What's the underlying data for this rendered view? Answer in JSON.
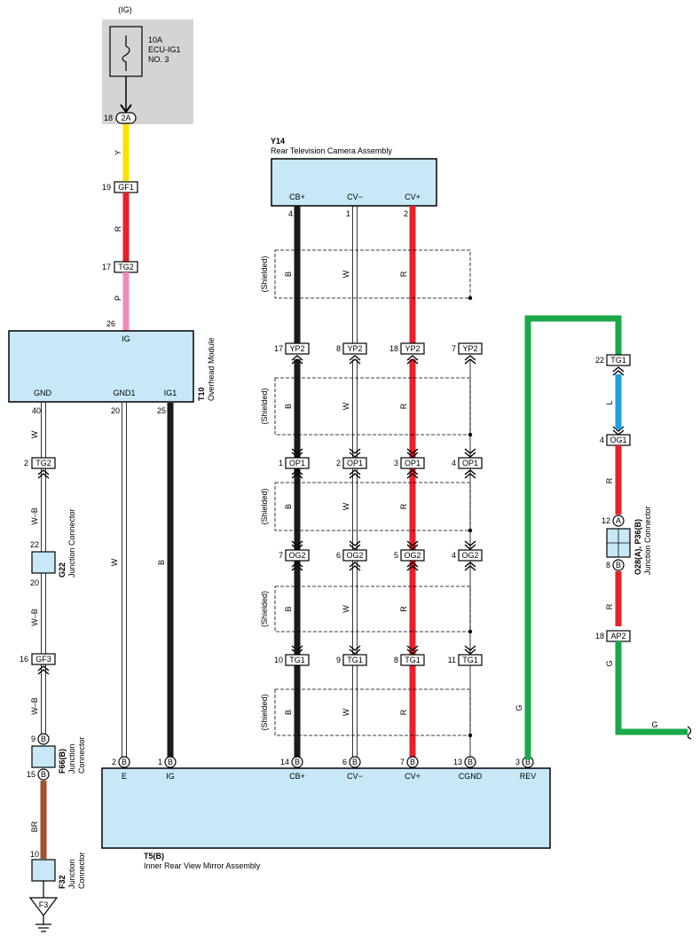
{
  "fuse": {
    "power_label": "(IG)",
    "rating": "10A",
    "name_line1": "ECU-IG1",
    "name_line2": "NO. 3",
    "connector": "2A",
    "pin": "18"
  },
  "camera": {
    "code": "Y14",
    "name": "Rear Television Camera Assembly",
    "pins": [
      {
        "label": "CB+",
        "num": "4"
      },
      {
        "label": "CV−",
        "num": "1"
      },
      {
        "label": "CV+",
        "num": "2"
      }
    ]
  },
  "overhead": {
    "code": "T10",
    "name": "Overhead Module",
    "top_pin": {
      "label": "IG",
      "num": "26"
    },
    "pins": [
      {
        "label": "GND",
        "num": "40"
      },
      {
        "label": "GND1",
        "num": "20"
      },
      {
        "label": "IG1",
        "num": "25"
      }
    ]
  },
  "mirror": {
    "code": "T5(B)",
    "name": "Inner Rear View Mirror Assembly",
    "pins": [
      {
        "label": "E",
        "num": "2",
        "mark": "B"
      },
      {
        "label": "IG",
        "num": "1",
        "mark": "B"
      },
      {
        "label": "CB+",
        "num": "14",
        "mark": "B"
      },
      {
        "label": "CV−",
        "num": "6",
        "mark": "B"
      },
      {
        "label": "CV+",
        "num": "7",
        "mark": "B"
      },
      {
        "label": "CGND",
        "num": "13",
        "mark": "B"
      },
      {
        "label": "REV",
        "num": "3",
        "mark": "B"
      }
    ]
  },
  "left_chain": {
    "wire_y": "Y",
    "conn_gf1": {
      "name": "GF1",
      "pin": "19"
    },
    "wire_r": "R",
    "conn_tg2_top": {
      "name": "TG2",
      "pin": "17"
    },
    "wire_p": "P",
    "gnd_wire1": "W",
    "conn_tg2_low": {
      "name": "TG2",
      "pin": "2"
    },
    "gnd_wire2": "W–B",
    "g22": {
      "code": "G22",
      "name": "Junction Connector",
      "pin_top": "22",
      "pin_bot": "20"
    },
    "gnd_wire3": "W–B",
    "conn_gf3": {
      "name": "GF3",
      "pin": "16"
    },
    "gnd_wire4": "W–B",
    "f66": {
      "code": "F66(B)",
      "name1": "Junction",
      "name2": "Connector",
      "pin_top": "9",
      "pin_bot": "15",
      "mark": "B"
    },
    "gnd_wire5": "BR",
    "f32": {
      "code": "F32",
      "name1": "Junction",
      "name2": "Connector",
      "pin": "10"
    },
    "ground_label": "F3",
    "gnd1_wire": "W",
    "ig1_wire": "B"
  },
  "shield": {
    "label": "(Shielded)",
    "wires": [
      "B",
      "W",
      "R"
    ],
    "rows": [
      {
        "conn": "YP2",
        "pins": [
          "17",
          "8",
          "18",
          "7"
        ]
      },
      {
        "conn": "OP1",
        "pins": [
          "1",
          "2",
          "3",
          "4"
        ]
      },
      {
        "conn": "OG2",
        "pins": [
          "7",
          "6",
          "5",
          "4"
        ]
      },
      {
        "conn": "TG1",
        "pins": [
          "10",
          "9",
          "8",
          "11"
        ]
      }
    ]
  },
  "right_chain": {
    "rev_wire": "G",
    "conn_tg1": {
      "name": "TG1",
      "pin": "22"
    },
    "wire_l": "L",
    "conn_og1": {
      "name": "OG1",
      "pin": "4"
    },
    "wire_r1": "R",
    "junction": {
      "code": "O28(A), P36(B)",
      "name": "Junction Connector",
      "pin_top": "12",
      "mark_top": "A",
      "pin_bot": "8",
      "mark_bot": "B"
    },
    "wire_r2": "R",
    "conn_ap2": {
      "name": "AP2",
      "pin": "18"
    },
    "wire_g": "G",
    "out_wire": "G"
  },
  "colors": {
    "module_fill": "#c8e8f8",
    "fuse_box": "#d4d4d4",
    "yellow": "#ffe000",
    "red": "#e8202a",
    "pink": "#f08cbc",
    "black": "#1a1a1a",
    "brown": "#a0522d",
    "blue": "#1ea0e0",
    "green": "#1aa84a"
  }
}
